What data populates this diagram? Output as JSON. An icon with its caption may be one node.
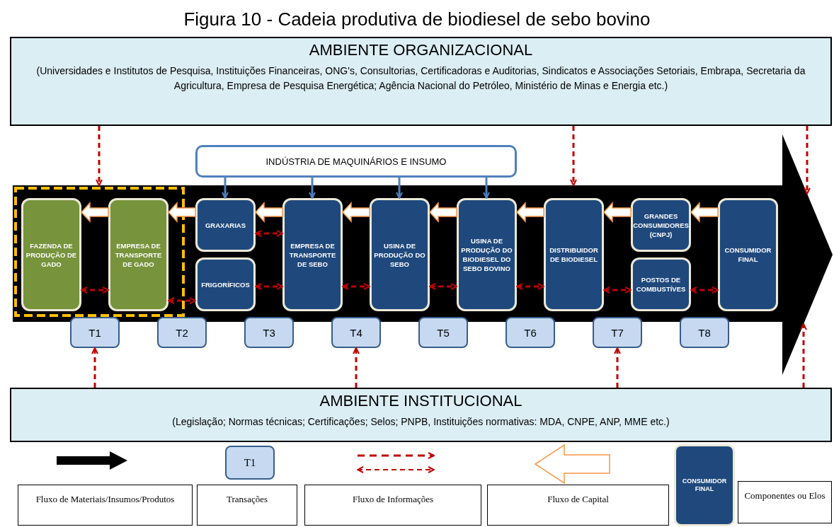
{
  "diagram": {
    "title": "Figura 10 - Cadeia produtiva de biodiesel de sebo bovino",
    "nodes": [
      {
        "text": [
          "AMBIENTE ORGANIZACIONAL",
          "(Universidades e Institutos de Pesquisa, Instituições Financeiras, ONG's, Consultorias, Certificadoras e Auditorias, Sindicatos e Associações Setoriais, Embrapa, Secretaria da Agricultura, Empresa de Pesquisa Energética; Agência Nacional do Petróleo, Ministério de Minas e Energia etc.)"
        ]
      },
      {
        "text": [
          "INDÚSTRIA DE MAQUINÁRIOS E INSUMO"
        ]
      },
      {
        "text": [],
        "shape": "arrow"
      },
      {
        "text": [
          "FAZENDA DE PRODUÇÃO DE GADO"
        ],
        "in": 2
      },
      {
        "text": [
          "EMPRESA DE TRANSPORTE DE GADO"
        ],
        "in": 2
      },
      {
        "text": [
          "GRAXARIAS"
        ],
        "in": 2
      },
      {
        "text": [
          "FRIGORÍFICOS"
        ],
        "in": 2
      },
      {
        "text": [
          "EMPRESA DE TRANSPORTE DE SEBO"
        ],
        "in": 2
      },
      {
        "text": [
          "USINA DE PRODUÇÃO DO SEBO"
        ],
        "in": 2
      },
      {
        "text": [
          "USINA DE PRODUÇÃO DO BIODIESEL DO SEBO BOVINO"
        ],
        "in": 2
      },
      {
        "text": [
          "DISTRIBUIDOR DE BIODIESEL"
        ],
        "in": 2
      },
      {
        "text": [
          "GRANDES CONSUMIDORES (CNPJ)"
        ],
        "in": 2
      },
      {
        "text": [
          "POSTOS DE COMBUSTÍVES"
        ],
        "in": 2
      },
      {
        "text": [
          "CONSUMIDOR FINAL"
        ],
        "in": 2
      },
      {
        "text": [
          "T1"
        ]
      },
      {
        "text": [
          "T2"
        ]
      },
      {
        "text": [
          "T3"
        ]
      },
      {
        "text": [
          "T4"
        ]
      },
      {
        "text": [
          "T5"
        ]
      },
      {
        "text": [
          "T6"
        ]
      },
      {
        "text": [
          "T7"
        ]
      },
      {
        "text": [
          "T8"
        ]
      },
      {
        "text": [
          "AMBIENTE INSTITUCIONAL",
          "(Legislação; Normas técnicas; Certificações; Selos; PNPB, Instituições normativas: MDA, CNPE, ANP, MME etc.)"
        ]
      },
      {
        "text": [
          "T1"
        ]
      },
      {
        "text": [
          "CONSUMIDOR FINAL"
        ]
      }
    ],
    "edges": [
      {
        "from": 0,
        "to": 2,
        "arrow": "to",
        "style": "dashed"
      },
      {
        "from": 0,
        "to": 2,
        "arrow": "to",
        "style": "dashed"
      },
      {
        "from": 0,
        "to": 2,
        "arrow": "to",
        "style": "dashed"
      },
      {
        "from": 1,
        "to": 5,
        "arrow": "to",
        "color": "#4f81bd"
      },
      {
        "from": 1,
        "to": 7,
        "arrow": "to",
        "color": "#4f81bd"
      },
      {
        "from": 1,
        "to": 8,
        "arrow": "to",
        "color": "#4f81bd"
      },
      {
        "from": 1,
        "to": 9,
        "arrow": "to",
        "color": "#4f81bd"
      },
      {
        "from": 13,
        "to": 11,
        "arrow": "to",
        "style": "thick",
        "color": "#f79646"
      },
      {
        "from": 11,
        "to": 10,
        "arrow": "to",
        "style": "thick",
        "color": "#f79646"
      },
      {
        "from": 10,
        "to": 9,
        "arrow": "to",
        "style": "thick",
        "color": "#f79646"
      },
      {
        "from": 9,
        "to": 8,
        "arrow": "to",
        "style": "thick",
        "color": "#f79646"
      },
      {
        "from": 8,
        "to": 7,
        "arrow": "to",
        "style": "thick",
        "color": "#f79646"
      },
      {
        "from": 7,
        "to": 5,
        "arrow": "to",
        "style": "thick",
        "color": "#f79646"
      },
      {
        "from": 5,
        "to": 4,
        "arrow": "to",
        "style": "thick",
        "color": "#f79646"
      },
      {
        "from": 4,
        "to": 3,
        "arrow": "to",
        "style": "thick",
        "color": "#f79646"
      },
      {
        "from": 3,
        "to": 4,
        "arrow": "both",
        "style": "dashed"
      },
      {
        "from": 4,
        "to": 6,
        "arrow": "both",
        "style": "dashed"
      },
      {
        "from": 5,
        "to": 7,
        "arrow": "both",
        "style": "dashed"
      },
      {
        "from": 6,
        "to": 7,
        "arrow": "both",
        "style": "dashed"
      },
      {
        "from": 7,
        "to": 8,
        "arrow": "both",
        "style": "dashed"
      },
      {
        "from": 8,
        "to": 9,
        "arrow": "both",
        "style": "dashed"
      },
      {
        "from": 9,
        "to": 10,
        "arrow": "both",
        "style": "dashed"
      },
      {
        "from": 10,
        "to": 12,
        "arrow": "both",
        "style": "dashed"
      },
      {
        "from": 12,
        "to": 13,
        "arrow": "both",
        "style": "dashed"
      },
      {
        "from": 22,
        "to": 14,
        "arrow": "to",
        "style": "dashed"
      },
      {
        "from": 22,
        "to": 17,
        "arrow": "to",
        "style": "dashed"
      },
      {
        "from": 22,
        "to": 20,
        "arrow": "to",
        "style": "dashed"
      },
      {
        "from": 22,
        "to": 2,
        "arrow": "to",
        "style": "dashed"
      }
    ],
    "legend": [
      {
        "text": "Fluxo de Materiais/Insumos/Produtos"
      },
      {
        "text": "Transações"
      },
      {
        "text": "Fluxo de Informações"
      },
      {
        "text": "Fluxo de Capital"
      },
      {
        "text": "Componentes ou Elos"
      }
    ]
  }
}
